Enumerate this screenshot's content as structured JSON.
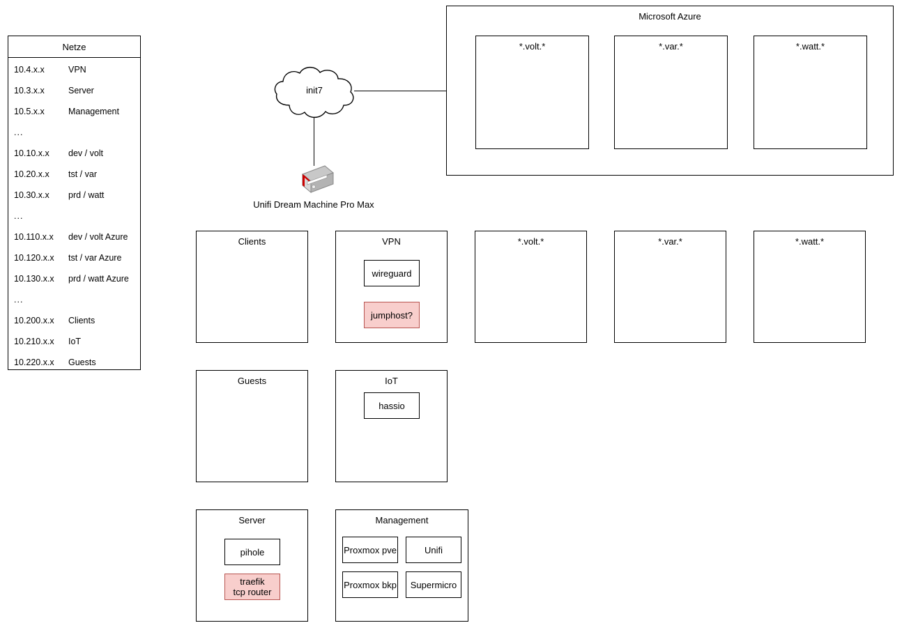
{
  "netze": {
    "title": "Netze",
    "rows": [
      {
        "cidr": "10.4.x.x",
        "name": "VPN"
      },
      {
        "cidr": "10.3.x.x",
        "name": "Server"
      },
      {
        "cidr": "10.5.x.x",
        "name": "Management"
      },
      {
        "cidr": "...",
        "name": ""
      },
      {
        "cidr": "10.10.x.x",
        "name": "dev / volt"
      },
      {
        "cidr": "10.20.x.x",
        "name": "tst / var"
      },
      {
        "cidr": "10.30.x.x",
        "name": "prd / watt"
      },
      {
        "cidr": "...",
        "name": ""
      },
      {
        "cidr": "10.110.x.x",
        "name": "dev / volt Azure"
      },
      {
        "cidr": "10.120.x.x",
        "name": "tst / var Azure"
      },
      {
        "cidr": "10.130.x.x",
        "name": "prd / watt Azure"
      },
      {
        "cidr": "...",
        "name": ""
      },
      {
        "cidr": "10.200.x.x",
        "name": "Clients"
      },
      {
        "cidr": "10.210.x.x",
        "name": "IoT"
      },
      {
        "cidr": "10.220.x.x",
        "name": "Guests"
      }
    ]
  },
  "azure": {
    "title": "Microsoft Azure",
    "environments": [
      {
        "title": "*.volt.*"
      },
      {
        "title": "*.var.*"
      },
      {
        "title": "*.watt.*"
      }
    ]
  },
  "internet": {
    "cloud_label": "init7"
  },
  "router": {
    "label": "Unifi Dream Machine Pro Max"
  },
  "zones": {
    "clients": {
      "title": "Clients",
      "nodes": []
    },
    "vpn": {
      "title": "VPN",
      "nodes": [
        {
          "label": "wireguard",
          "highlight": false
        },
        {
          "label": "jumphost?",
          "highlight": true
        }
      ]
    },
    "onprem_volt": {
      "title": "*.volt.*",
      "nodes": []
    },
    "onprem_var": {
      "title": "*.var.*",
      "nodes": []
    },
    "onprem_watt": {
      "title": "*.watt.*",
      "nodes": []
    },
    "guests": {
      "title": "Guests",
      "nodes": []
    },
    "iot": {
      "title": "IoT",
      "nodes": [
        {
          "label": "hassio",
          "highlight": false
        }
      ]
    },
    "server": {
      "title": "Server",
      "nodes": [
        {
          "label": "pihole",
          "highlight": false
        },
        {
          "label": "traefik\ntcp router",
          "highlight": true
        }
      ]
    },
    "management": {
      "title": "Management",
      "nodes": [
        {
          "label": "Proxmox pve",
          "highlight": false
        },
        {
          "label": "Unifi",
          "highlight": false
        },
        {
          "label": "Proxmox bkp",
          "highlight": false
        },
        {
          "label": "Supermicro",
          "highlight": false
        }
      ]
    }
  },
  "colors": {
    "stroke": "#000000",
    "background": "#ffffff",
    "highlight_fill": "#f8cecc",
    "highlight_stroke": "#b85450",
    "router_body": "#b3b3b3",
    "router_accent": "#cc0000"
  }
}
